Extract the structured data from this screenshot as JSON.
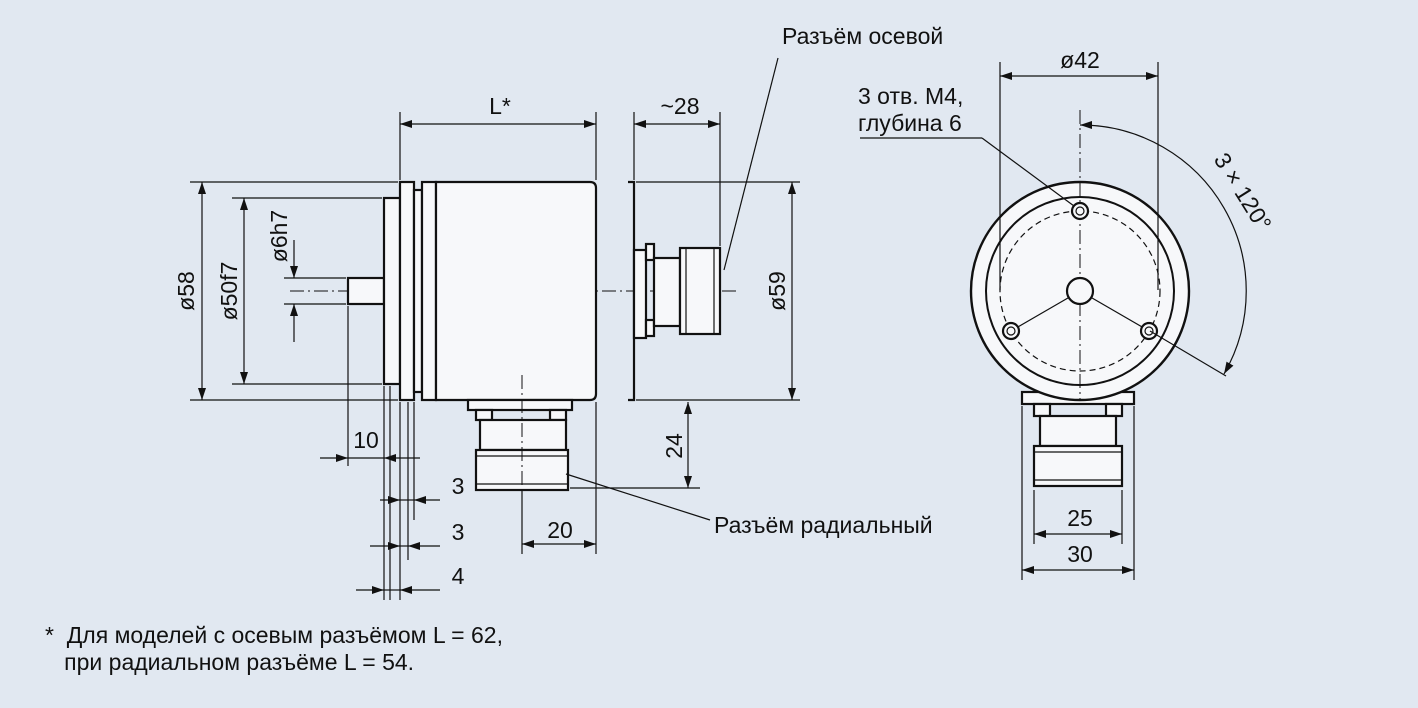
{
  "labels": {
    "connector_axial": "Разъём осевой",
    "connector_radial": "Разъём радиальный",
    "holes_line1": "3 отв. M4,",
    "holes_line2": "глубина 6"
  },
  "dimensions": {
    "L": "L*",
    "approx28": "~28",
    "d58": "ø58",
    "d50f7": "ø50f7",
    "d6h7": "ø6h7",
    "d59": "ø59",
    "d42": "ø42",
    "angle": "3 × 120°",
    "d10": "10",
    "d3a": "3",
    "d3b": "3",
    "d4": "4",
    "d20": "20",
    "d24": "24",
    "d25": "25",
    "d30": "30"
  },
  "footnote": {
    "line1": "*  Для моделей с осевым разъёмом L = 62,",
    "line2": "   при радиальном разъёме L = 54."
  }
}
